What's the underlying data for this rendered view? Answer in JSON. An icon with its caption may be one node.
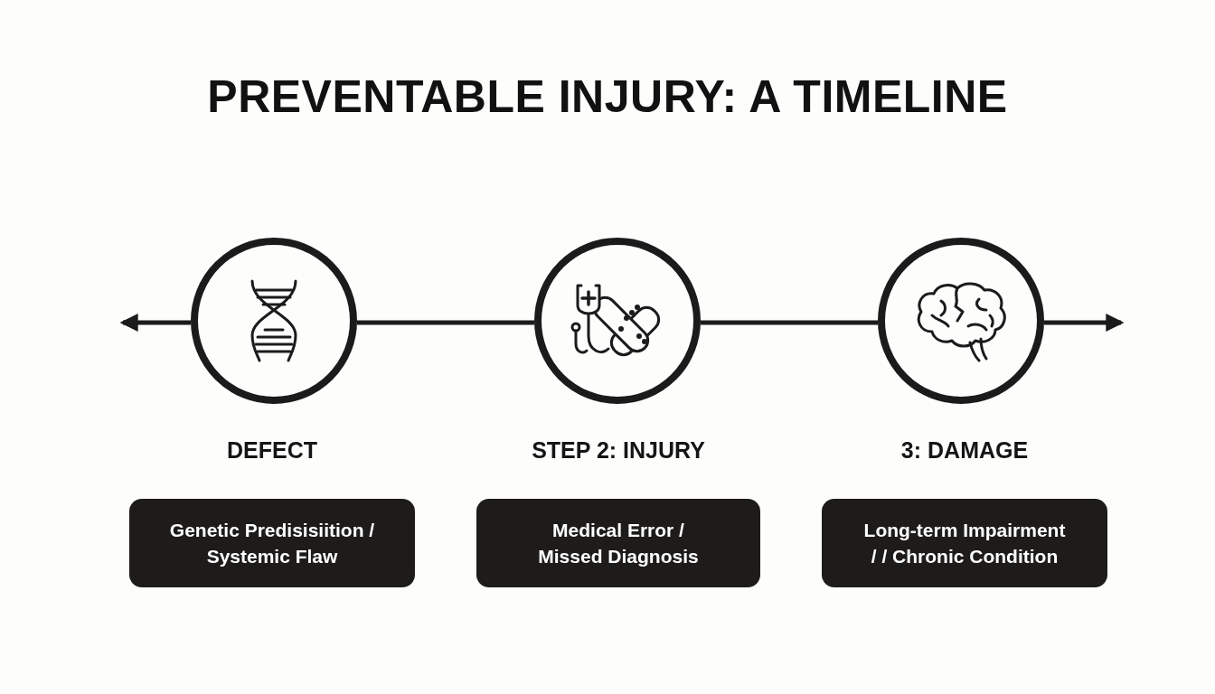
{
  "diagram": {
    "title": "PREVENTABLE INJURY: A TIMELINE",
    "nodes": [
      {
        "text": [],
        "shape": "circle"
      },
      {
        "text": [],
        "shape": "circle"
      },
      {
        "text": [],
        "shape": "circle"
      },
      {
        "text": [
          "Genetic Predisisiition / Systemic Flaw"
        ],
        "beside": [
          "DEFECT"
        ]
      },
      {
        "text": [
          "Medical Error / Missed Diagnosis"
        ],
        "beside": [
          "STEP 2: INJURY"
        ]
      },
      {
        "text": [
          "Long-term Impairment / / Chronic Condition"
        ],
        "beside": [
          "3: DAMAGE"
        ]
      }
    ],
    "edges": [
      {
        "from": 0,
        "to": null,
        "arrow": "to"
      },
      {
        "from": 0,
        "to": 1,
        "arrow": "none"
      },
      {
        "from": 1,
        "to": 2,
        "arrow": "none"
      },
      {
        "from": 2,
        "to": null,
        "arrow": "to"
      }
    ]
  }
}
